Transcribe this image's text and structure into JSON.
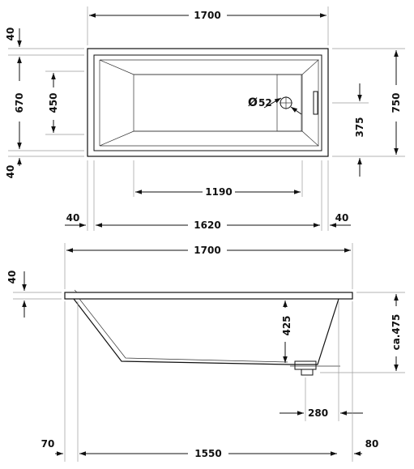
{
  "plan_view": {
    "overall_length": "1700",
    "rim_width_top": "40",
    "inner_width": "670",
    "basin_width": "450",
    "rim_width_bottom": "40",
    "overall_width": "750",
    "drain_offset": "375",
    "drain_diameter": "52",
    "drain_diameter_symbol": "Ø",
    "basin_length": "1190",
    "rim_left": "40",
    "inner_length": "1620",
    "rim_right": "40"
  },
  "side_view": {
    "overall_length": "1700",
    "rim_height": "40",
    "basin_depth": "425",
    "total_height": "ca.475",
    "drain_to_end": "280",
    "foot_left": "70",
    "base_length": "1550",
    "foot_right": "80"
  }
}
